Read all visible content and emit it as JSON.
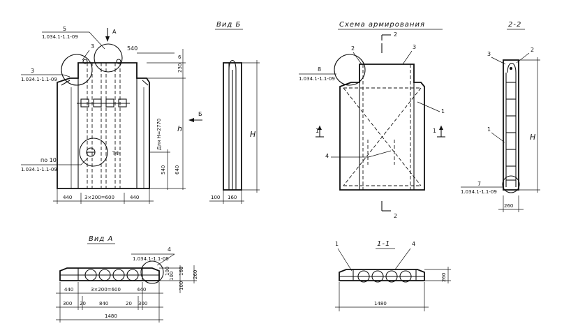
{
  "titles": {
    "view_b": "Вид Б",
    "scheme": "Схема армирования",
    "section_2": "2-2",
    "view_a": "Вид А",
    "section_1": "1-1"
  },
  "main_view": {
    "callout_5": "5",
    "callout_5_ref": "1.034.1-1.1-09",
    "arrow_a": "А",
    "callout_3_top": "3",
    "callout_3_left": "3",
    "callout_3_ref": "1.034.1-1.1-09",
    "dim_540_top": "540",
    "dim_6": "6",
    "dim_230": "230",
    "arrow_b": "Б",
    "note_h": "Для Н=2770",
    "dim_h": "h",
    "callout_10": "по 10",
    "callout_10_ref": "1.034.1-1.1-09",
    "dim_540_bottom": "540",
    "dim_640": "640",
    "dim_440_left": "440",
    "dim_600": "3×200=600",
    "dim_440_right": "440"
  },
  "view_b": {
    "dim_H": "H",
    "dim_100": "100",
    "dim_160": "160"
  },
  "scheme": {
    "section_mark_top": "2",
    "callout_2": "2",
    "callout_3": "3",
    "callout_8": "8",
    "callout_8_ref": "1.034.1-1.1-09",
    "callout_1": "1",
    "callout_4": "4",
    "section_mark_left": "1",
    "section_mark_right": "1",
    "section_mark_bottom": "2"
  },
  "section_2_2": {
    "callout_3": "3",
    "callout_2": "2",
    "callout_1": "1",
    "dim_H": "H",
    "callout_7": "7",
    "callout_7_ref": "1.034.1-1.1-09",
    "dim_260": "260"
  },
  "view_a": {
    "callout_4": "4",
    "callout_4_ref": "1.034.1-1.1-09",
    "dim_100": "100",
    "dim_100b": "100",
    "dim_160": "160",
    "dim_260": "260",
    "dim_100c": "100",
    "dim_440_left": "440",
    "dim_600": "3×200=600",
    "dim_440_right": "440",
    "dim_300_left": "300",
    "dim_20_left": "20",
    "dim_840": "840",
    "dim_20_right": "20",
    "dim_300_right": "300",
    "dim_1480": "1480"
  },
  "section_1_1": {
    "callout_1": "1",
    "callout_4": "4",
    "dim_260": "260",
    "dim_1480": "1480"
  }
}
